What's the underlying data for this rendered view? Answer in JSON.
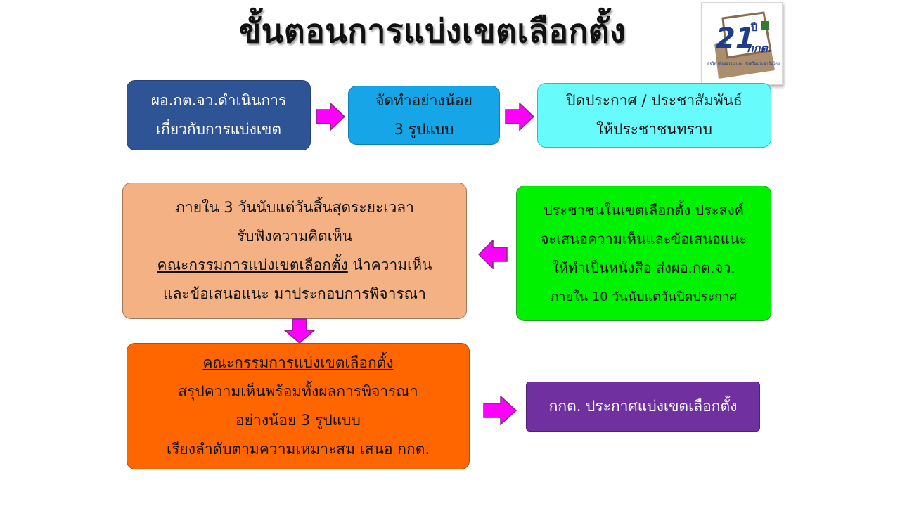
{
  "title": "ขั้นตอนการแบ่งเขตเลือกตั้ง",
  "logo": {
    "number": "21",
    "unit": "ปี",
    "abbr": "กกต.",
    "tagline": "สุจริต เที่ยงธรรม และ ส่งเสริมประชาธิปไตย"
  },
  "colors": {
    "navy": "#2f5495",
    "sky": "#16a6e8",
    "cyan": "#67fbfc",
    "peach": "#f4b183",
    "green": "#00f200",
    "orange": "#ff6600",
    "purple": "#7030a0",
    "arrow": "#ff00ff"
  },
  "steps": {
    "step1": {
      "line1": "ผอ.กต.จว.ดำเนินการ",
      "line2": "เกี่ยวกับการแบ่งเขต"
    },
    "step2": {
      "line1": "จัดทำอย่างน้อย",
      "line2": "3 รูปแบบ"
    },
    "step3": {
      "line1": "ปิดประกาศ / ประชาสัมพันธ์",
      "line2": "ให้ประชาชนทราบ"
    },
    "step4": {
      "line1": "ประชาชนในเขตเลือกตั้ง ประสงค์",
      "line2": "จะเสนอความเห็นและข้อเสนอแนะ",
      "line3": "ให้ทำเป็นหนังสือ  ส่งผอ.กต.จว.",
      "line4": "ภายใน 10 วันนับแต่วันปิดประกาศ"
    },
    "step5": {
      "line1": "ภายใน 3 วันนับแต่วันสิ้นสุดระยะเวลา",
      "line2": "รับฟังความคิดเห็น",
      "line3_underlined": "คณะกรรมการแบ่งเขตเลือกตั้ง",
      "line3_rest": " นำความเห็น",
      "line4": "และข้อเสนอแนะ มาประกอบการพิจารณา"
    },
    "step6": {
      "line1_underlined": "คณะกรรมการแบ่งเขตเลือกตั้ง",
      "line2": "สรุปความเห็นพร้อมทั้งผลการพิจารณา",
      "line3": "อย่างน้อย 3 รูปแบบ",
      "line4": "เรียงลำดับตามความเหมาะสม เสนอ กกต."
    },
    "step7": {
      "line1": "กกต. ประกาศแบ่งเขตเลือกตั้ง"
    }
  },
  "arrows": [
    "right",
    "right",
    "left",
    "down",
    "right"
  ]
}
